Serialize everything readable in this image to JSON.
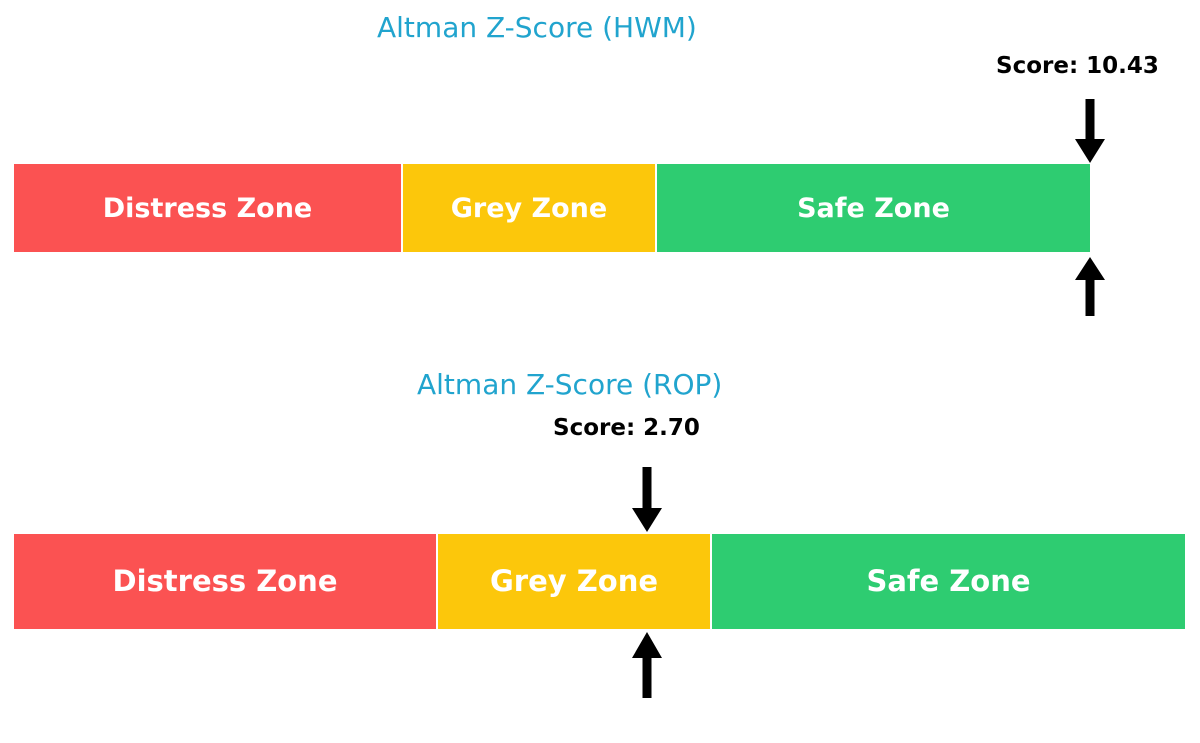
{
  "background_color": "#ffffff",
  "accent_color": "#21A4CE",
  "zone_colors": {
    "distress": "#FB5252",
    "grey": "#FCC70B",
    "safe": "#2ECC71"
  },
  "charts": [
    {
      "id": "hwm",
      "title": "Altman Z-Score (HWM)",
      "score_label": "Score: 10.43",
      "score_value": 10.43,
      "zones": [
        {
          "key": "distress",
          "label": "Distress Zone",
          "color": "#FB5252"
        },
        {
          "key": "grey",
          "label": "Grey Zone",
          "color": "#FCC70B"
        },
        {
          "key": "safe",
          "label": "Safe Zone",
          "color": "#2ECC71"
        }
      ],
      "marker_top_arrow": "down-arrow-icon",
      "marker_bottom_arrow": "up-arrow-icon"
    },
    {
      "id": "rop",
      "title": "Altman Z-Score (ROP)",
      "score_label": "Score: 2.70",
      "score_value": 2.7,
      "zones": [
        {
          "key": "distress",
          "label": "Distress Zone",
          "color": "#FB5252"
        },
        {
          "key": "grey",
          "label": "Grey Zone",
          "color": "#FCC70B"
        },
        {
          "key": "safe",
          "label": "Safe Zone",
          "color": "#2ECC71"
        }
      ],
      "marker_top_arrow": "down-arrow-icon",
      "marker_bottom_arrow": "up-arrow-icon"
    }
  ],
  "chart_data": [
    {
      "type": "bar",
      "title": "Altman Z-Score (HWM)",
      "orientation": "horizontal-stacked",
      "categories": [
        "Distress Zone",
        "Grey Zone",
        "Safe Zone"
      ],
      "values": [
        389,
        254,
        432
      ],
      "value_unit": "px-span",
      "marker": {
        "label": "Score: 10.43",
        "value": 10.43,
        "zone": "Safe Zone",
        "position_ratio": 1.0
      },
      "colors": [
        "#FB5252",
        "#FCC70B",
        "#2ECC71"
      ],
      "xlabel": "",
      "ylabel": "",
      "grid": false,
      "legend": false
    },
    {
      "type": "bar",
      "title": "Altman Z-Score (ROP)",
      "orientation": "horizontal-stacked",
      "categories": [
        "Distress Zone",
        "Grey Zone",
        "Safe Zone"
      ],
      "values": [
        424,
        274,
        473
      ],
      "value_unit": "px-span",
      "marker": {
        "label": "Score: 2.70",
        "value": 2.7,
        "zone": "Grey Zone",
        "position_ratio": 0.54
      },
      "colors": [
        "#FB5252",
        "#FCC70B",
        "#2ECC71"
      ],
      "xlabel": "",
      "ylabel": "",
      "grid": false,
      "legend": false
    }
  ]
}
